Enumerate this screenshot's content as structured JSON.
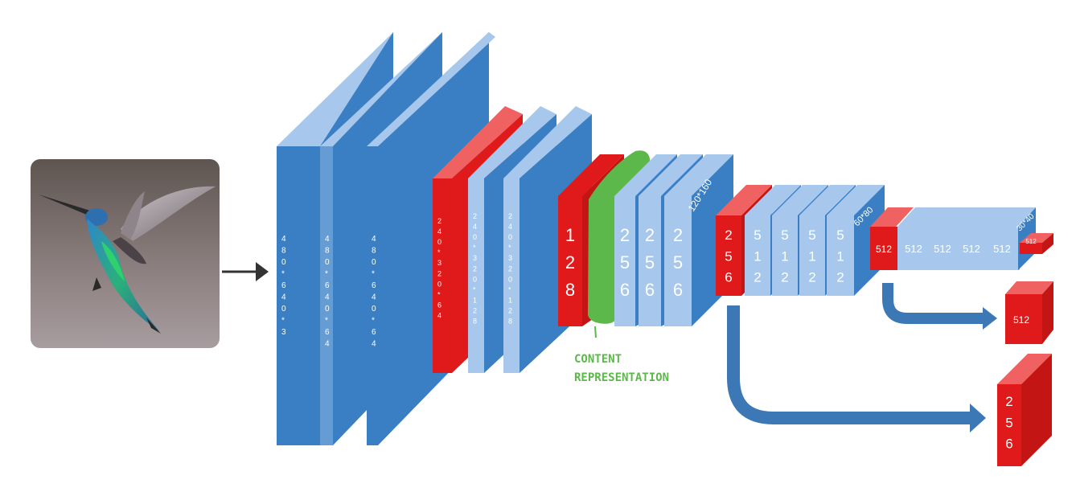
{
  "colors": {
    "blue_face": "#3a7fc4",
    "blue_side": "#a7c8ec",
    "red_face": "#e01a1a",
    "red_side": "#f06262",
    "green": "#5cb84a",
    "arrow": "#3d78b6",
    "text_on_layer": "#ffffff"
  },
  "input_image": {
    "subject": "hummingbird photo",
    "icon": "hummingbird-photo"
  },
  "layers": {
    "conv1_1": "480*640*3",
    "conv1_2": "480*640*64",
    "conv1_3": "480*640*64",
    "pool1": "240*320*64",
    "conv2_1": "240*320*128",
    "conv2_2": "240*320*128",
    "pool2": "128",
    "conv3_1": "256",
    "conv3_2": "256",
    "conv3_3": "256",
    "block3_size": "120*160",
    "pool3": "256",
    "conv4_1": "512",
    "conv4_2": "512",
    "conv4_3": "512",
    "conv4_4": "512",
    "block4_size": "60*80",
    "pool4": "512",
    "conv5_1": "512",
    "conv5_2": "512",
    "conv5_3": "512",
    "conv5_4": "512",
    "block5_size": "30*40",
    "pool5": "512"
  },
  "outputs": {
    "output_512": "512",
    "output_256": "256"
  },
  "annotation": {
    "line1": "CONTENT",
    "line2": "REPRESENTATION"
  }
}
